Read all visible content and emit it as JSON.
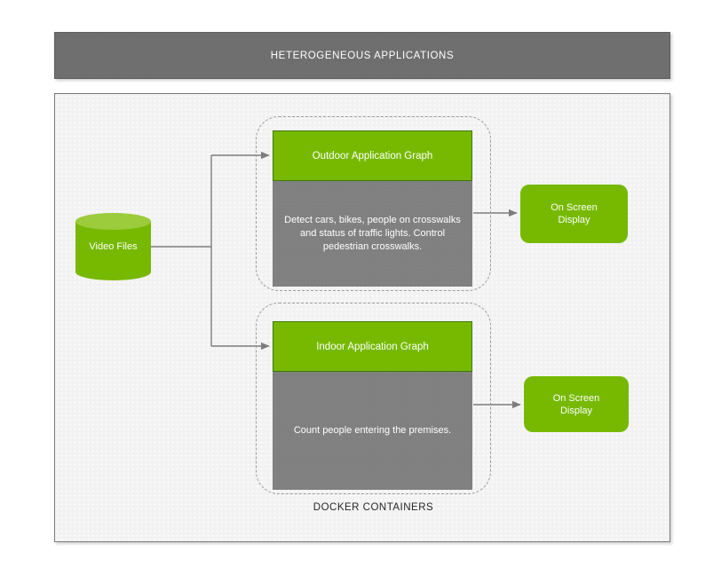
{
  "header": {
    "title": "HETEROGENEOUS APPLICATIONS"
  },
  "source": {
    "label": "Video Files",
    "shape": "cylinder-icon"
  },
  "containers": {
    "caption": "DOCKER CONTAINERS",
    "groups": [
      {
        "name": "outdoor",
        "header": "Outdoor Application Graph",
        "body": "Detect cars, bikes, people on crosswalks and status of traffic lights. Control pedestrian crosswalks.",
        "output": "On Screen Display"
      },
      {
        "name": "indoor",
        "header": "Indoor Application Graph",
        "body": "Count people entering the premises.",
        "output": "On Screen Display"
      }
    ]
  },
  "outputs": {
    "outdoor_display_line1": "On Screen",
    "outdoor_display_line2": "Display",
    "indoor_display_line1": "On Screen",
    "indoor_display_line2": "Display"
  },
  "colors": {
    "green": "#76b900",
    "green_light": "#9ccb3b",
    "green_border": "#3e7a0a",
    "gray_body": "#808080",
    "header_gray": "#6e6e6e",
    "panel_bg": "#f2f2f2",
    "connector": "#7d7d7d",
    "dashed_border": "#9a9a9a"
  }
}
